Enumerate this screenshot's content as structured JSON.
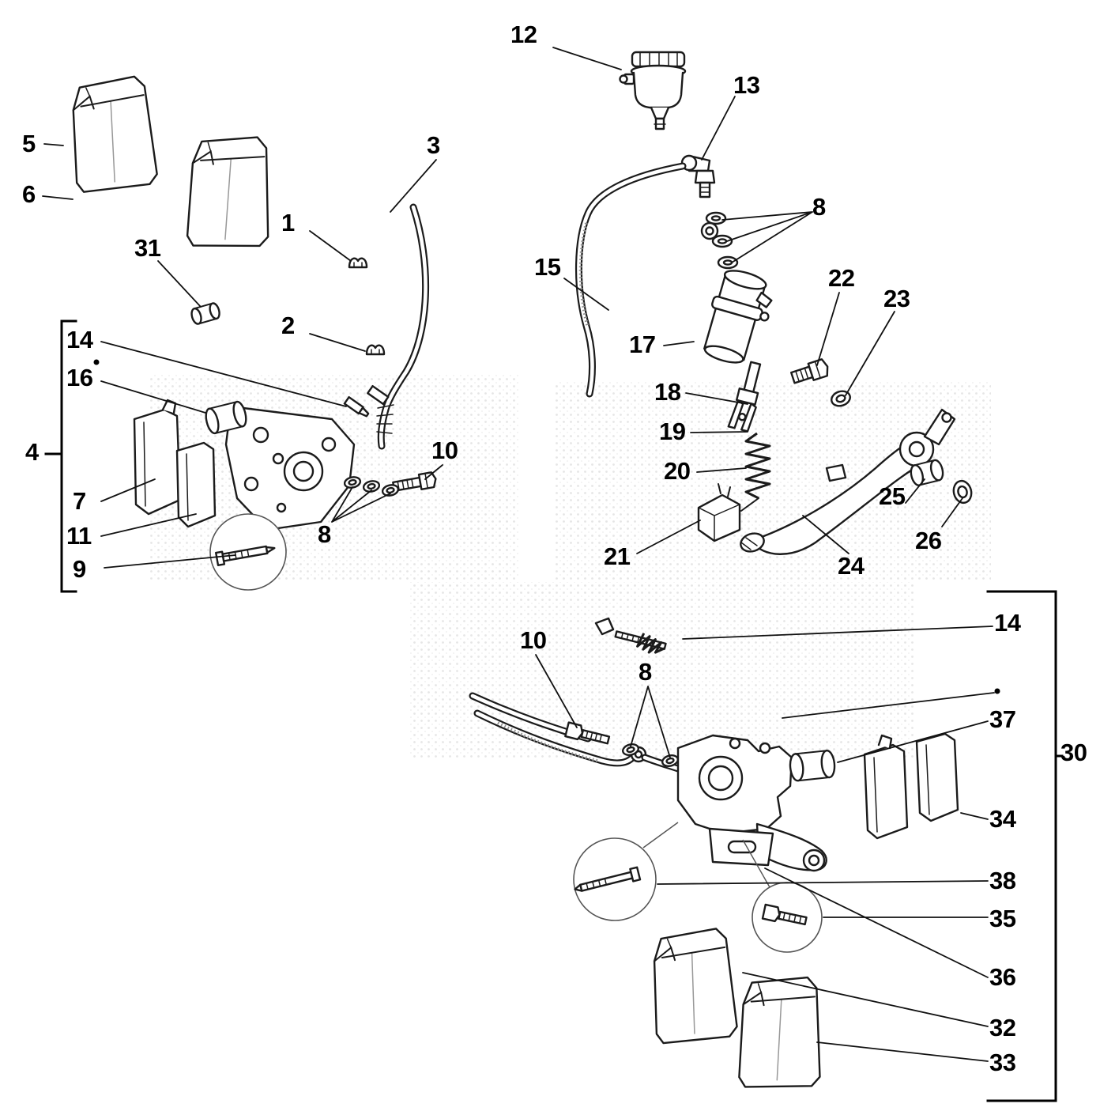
{
  "style": {
    "background": "#ffffff",
    "line_color": "#1b1b1b",
    "label_color": "#000000",
    "watermark_dot_color": "#cccccc"
  },
  "callouts": [
    {
      "label": "12"
    },
    {
      "label": "13"
    },
    {
      "label": "8"
    },
    {
      "label": "15"
    },
    {
      "label": "22"
    },
    {
      "label": "23"
    },
    {
      "label": "17"
    },
    {
      "label": "18"
    },
    {
      "label": "19"
    },
    {
      "label": "20"
    },
    {
      "label": "21"
    },
    {
      "label": "24"
    },
    {
      "label": "25"
    },
    {
      "label": "26"
    },
    {
      "label": "5"
    },
    {
      "label": "6"
    },
    {
      "label": "31"
    },
    {
      "label": "1"
    },
    {
      "label": "3"
    },
    {
      "label": "2"
    },
    {
      "label": "14"
    },
    {
      "label": "16"
    },
    {
      "label": "7"
    },
    {
      "label": "11"
    },
    {
      "label": "9"
    },
    {
      "label": "4"
    },
    {
      "label": "10"
    },
    {
      "label": "8"
    },
    {
      "label": "10"
    },
    {
      "label": "8"
    },
    {
      "label": "14"
    },
    {
      "label": "37"
    },
    {
      "label": "34"
    },
    {
      "label": "38"
    },
    {
      "label": "35"
    },
    {
      "label": "36"
    },
    {
      "label": "32"
    },
    {
      "label": "33"
    },
    {
      "label": "30"
    }
  ],
  "groups": [
    {
      "bracket_label": "4",
      "members": [
        "14",
        "16",
        "7",
        "11",
        "9"
      ]
    },
    {
      "bracket_label": "30",
      "members": [
        "14",
        "37",
        "34",
        "38",
        "35",
        "36",
        "32",
        "33"
      ]
    }
  ]
}
